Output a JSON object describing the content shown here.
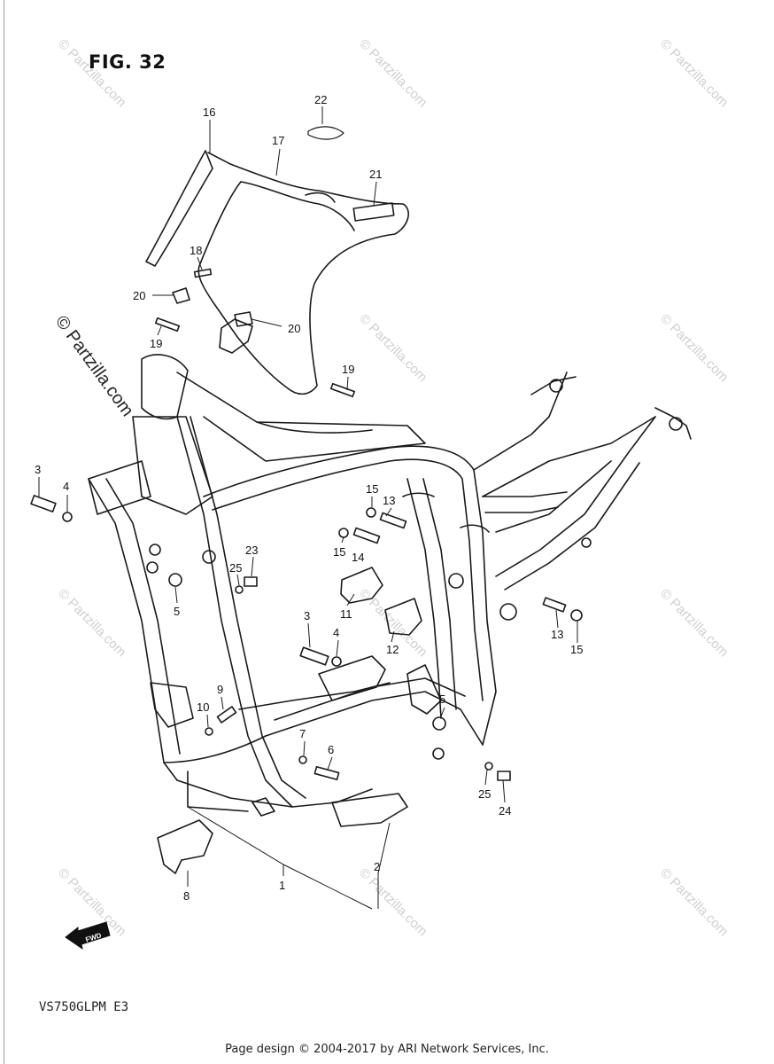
{
  "figure": {
    "title": "FIG. 32",
    "model_code": "VS750GLPM E3",
    "fwd_label": "FWD"
  },
  "watermark": {
    "large_text": "© Partzilla.com",
    "tile_text": "© Partzilla.com"
  },
  "footer": {
    "copyright": "Page design © 2004-2017 by ARI Network Services, Inc."
  },
  "callouts": [
    {
      "id": "c16",
      "label": "16"
    },
    {
      "id": "c17",
      "label": "17"
    },
    {
      "id": "c22",
      "label": "22"
    },
    {
      "id": "c21",
      "label": "21"
    },
    {
      "id": "c18",
      "label": "18"
    },
    {
      "id": "c20a",
      "label": "20"
    },
    {
      "id": "c20b",
      "label": "20"
    },
    {
      "id": "c19a",
      "label": "19"
    },
    {
      "id": "c19b",
      "label": "19"
    },
    {
      "id": "c3a",
      "label": "3"
    },
    {
      "id": "c4a",
      "label": "4"
    },
    {
      "id": "c5a",
      "label": "5"
    },
    {
      "id": "c15a",
      "label": "15"
    },
    {
      "id": "c13a",
      "label": "13"
    },
    {
      "id": "c15b",
      "label": "15"
    },
    {
      "id": "c14",
      "label": "14"
    },
    {
      "id": "c25a",
      "label": "25"
    },
    {
      "id": "c23",
      "label": "23"
    },
    {
      "id": "c11",
      "label": "11"
    },
    {
      "id": "c12",
      "label": "12"
    },
    {
      "id": "c3b",
      "label": "3"
    },
    {
      "id": "c4b",
      "label": "4"
    },
    {
      "id": "c13b",
      "label": "13"
    },
    {
      "id": "c15c",
      "label": "15"
    },
    {
      "id": "c9",
      "label": "9"
    },
    {
      "id": "c10",
      "label": "10"
    },
    {
      "id": "c5b",
      "label": "5"
    },
    {
      "id": "c7",
      "label": "7"
    },
    {
      "id": "c6",
      "label": "6"
    },
    {
      "id": "c25b",
      "label": "25"
    },
    {
      "id": "c24",
      "label": "24"
    },
    {
      "id": "c8",
      "label": "8"
    },
    {
      "id": "c1",
      "label": "1"
    },
    {
      "id": "c2",
      "label": "2"
    }
  ]
}
